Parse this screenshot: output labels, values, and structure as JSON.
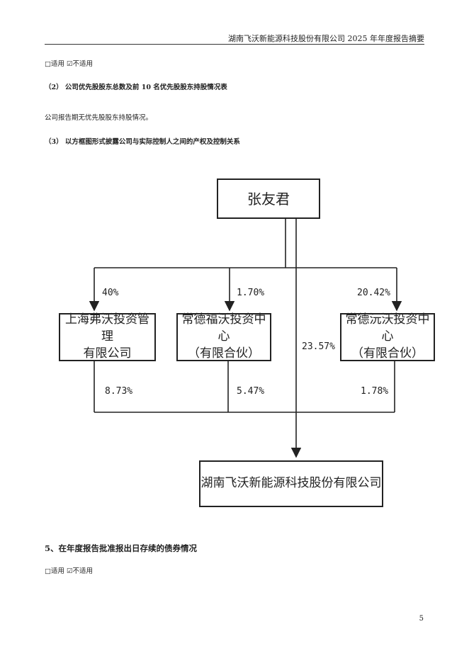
{
  "header": {
    "title": "湖南飞沃新能源科技股份有限公司 2025 年年度报告摘要"
  },
  "applicability_1": "□适用 ☑不适用",
  "section_2": {
    "title": "（2） 公司优先股股东总数及前 10 名优先股股东持股情况表",
    "body": "公司报告期无优先股股东持股情况。"
  },
  "section_3": {
    "title": "（3） 以方框图形式披露公司与实际控制人之间的产权及控制关系"
  },
  "diagram": {
    "controller": "张友君",
    "holders": [
      {
        "line1": "上海弗沃投资管理",
        "line2": "有限公司",
        "pct_of_holder": "40%",
        "pct_in_company": "8.73%"
      },
      {
        "line1": "常德福沃投资中心",
        "line2": "（有限合伙）",
        "pct_of_holder": "1.70%",
        "pct_in_company": "5.47%"
      },
      {
        "line1": "常德沅沃投资中心",
        "line2": "（有限合伙）",
        "pct_of_holder": "20.42%",
        "pct_in_company": "1.78%"
      }
    ],
    "direct_pct": "23.57%",
    "company": "湖南飞沃新能源科技股份有限公司"
  },
  "section_5": {
    "title": "5、在年度报告批准报出日存续的债券情况",
    "applicability": "□适用 ☑不适用"
  },
  "page_number": "5"
}
